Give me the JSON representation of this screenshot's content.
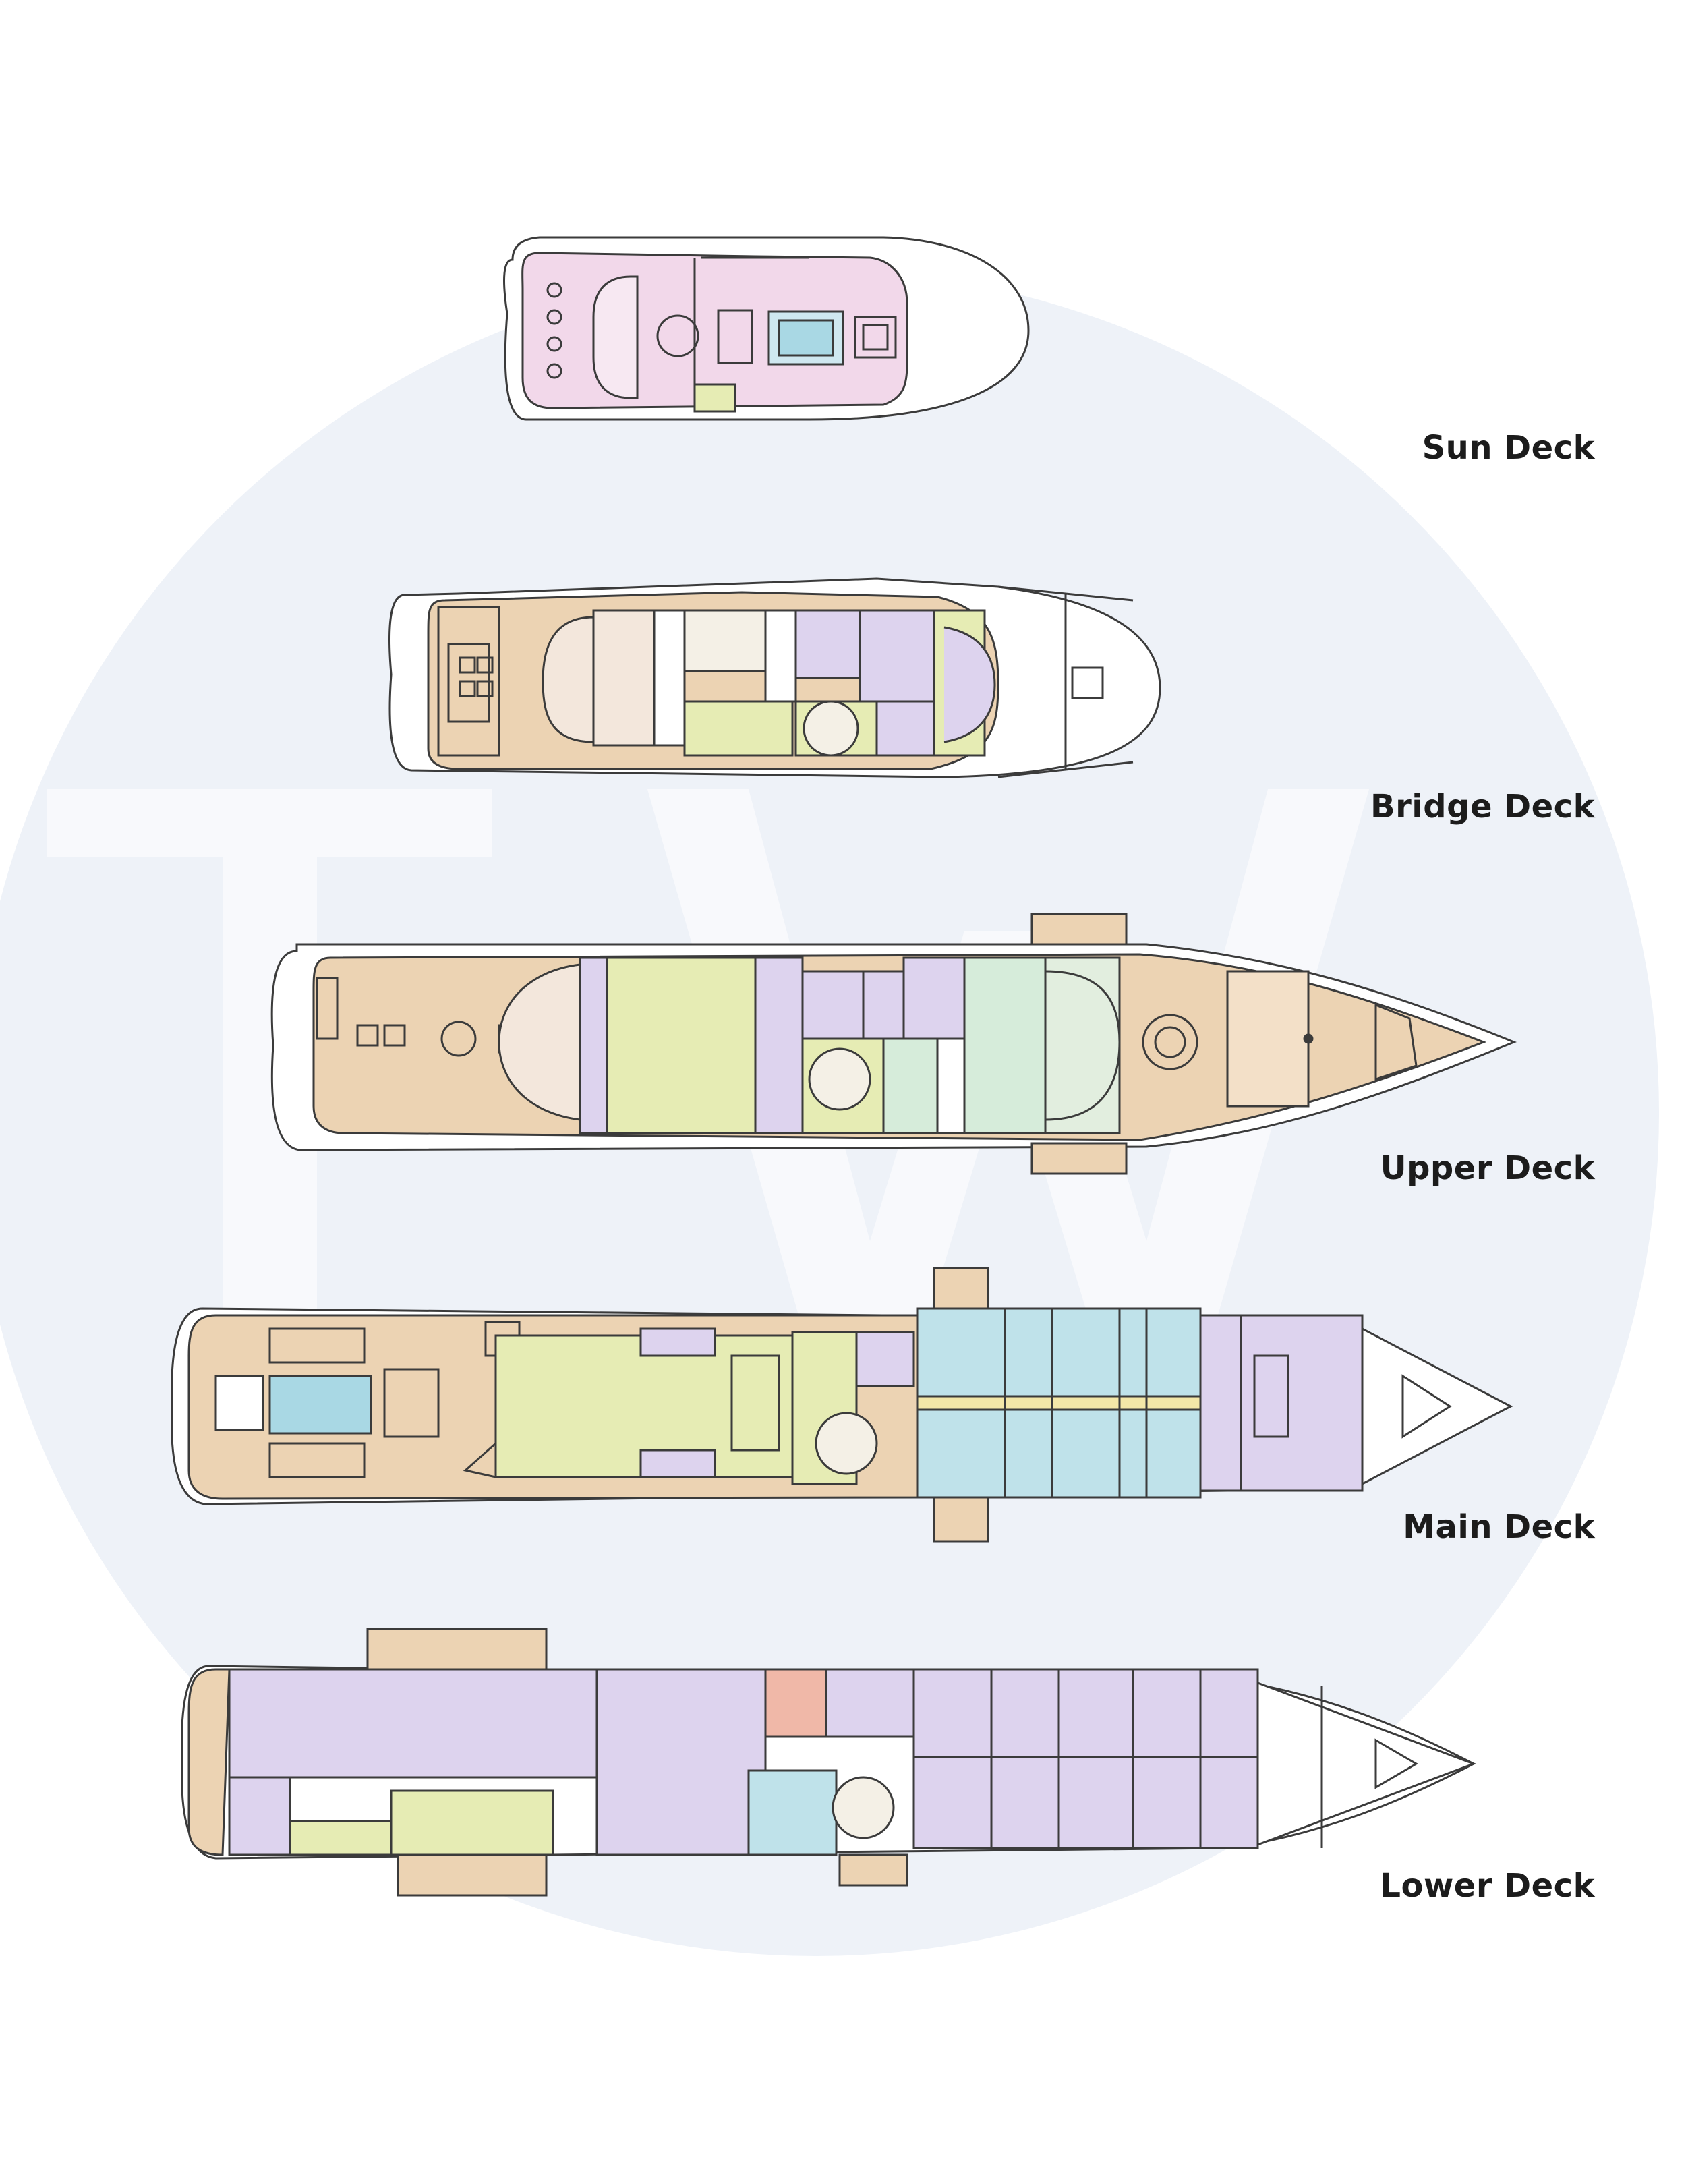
{
  "decks": [
    {
      "id": "sun",
      "label": "Sun Deck"
    },
    {
      "id": "bridge",
      "label": "Bridge Deck"
    },
    {
      "id": "upper",
      "label": "Upper Deck"
    },
    {
      "id": "main",
      "label": "Main Deck"
    },
    {
      "id": "lower",
      "label": "Lower Deck"
    }
  ],
  "colors": {
    "background": "#ffffff",
    "watermark_circle": "#eef2f8",
    "watermark_letters": "#f8f9fc",
    "exterior_deck": "#ecd3b3",
    "owner_suite": "#e6ecb4",
    "guest_cabin": "#bfe2ea",
    "crew_service": "#ddd3ee",
    "sun_deck_lounge": "#f2d8ea",
    "spa": "#f0b8a8",
    "line": "#3b3b3b"
  }
}
